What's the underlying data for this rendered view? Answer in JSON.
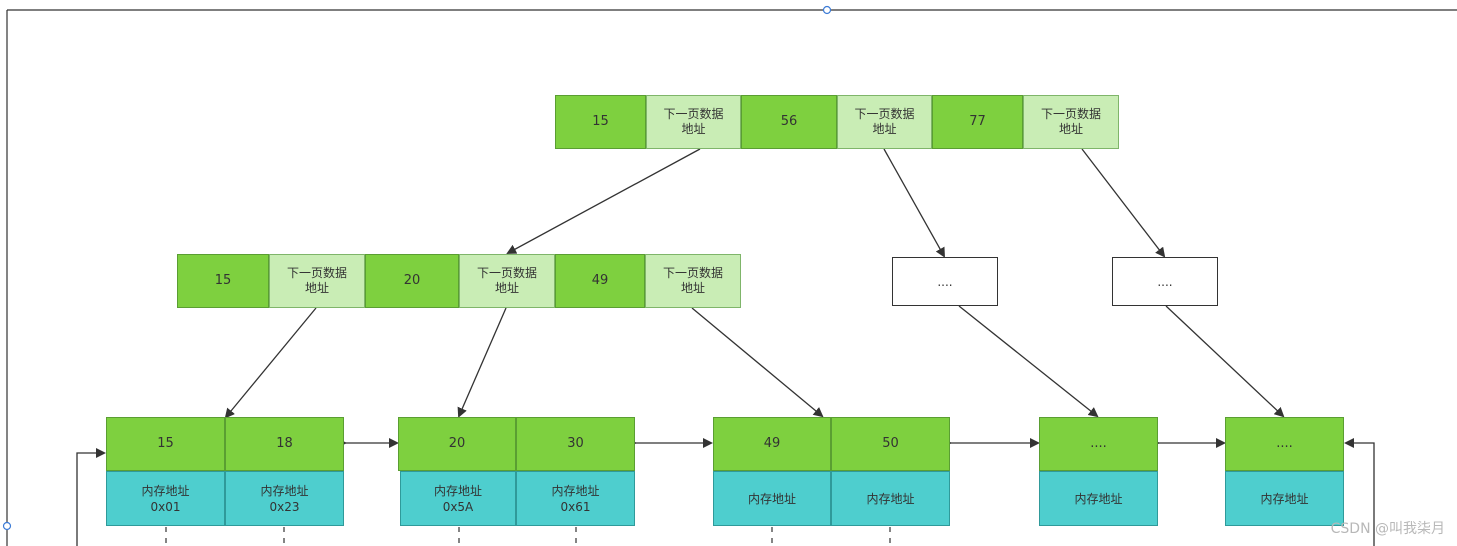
{
  "root": {
    "keys": [
      "15",
      "56",
      "77"
    ],
    "pointer_label": "下一页数据\n地址"
  },
  "internal": {
    "keys": [
      "15",
      "20",
      "49"
    ],
    "pointer_label": "下一页数据\n地址"
  },
  "placeholders": [
    "....",
    "...."
  ],
  "leaves": [
    {
      "keys": [
        "15",
        "18"
      ],
      "addresses": [
        "内存地址\n0x01",
        "内存地址\n0x23"
      ]
    },
    {
      "keys": [
        "20",
        "30"
      ],
      "addresses": [
        "内存地址\n0x5A",
        "内存地址\n0x61"
      ]
    },
    {
      "keys": [
        "49",
        "50"
      ],
      "addresses": [
        "内存地址",
        "内存地址"
      ]
    },
    {
      "keys": [
        "...."
      ],
      "addresses": [
        "内存地址"
      ]
    },
    {
      "keys": [
        "...."
      ],
      "addresses": [
        "内存地址"
      ]
    }
  ],
  "watermark": "CSDN @叫我柒月",
  "colors": {
    "key": "#7ed03f",
    "pointer": "#c9edb5",
    "address": "#4ecece",
    "line": "#333333"
  }
}
